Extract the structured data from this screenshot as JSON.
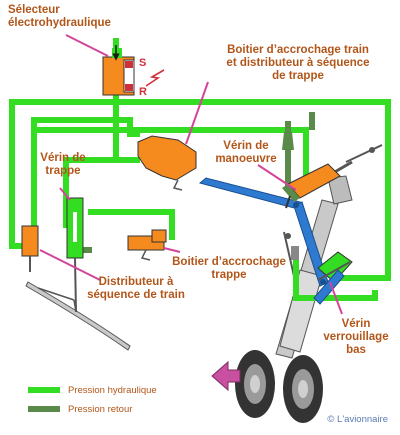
{
  "labels": {
    "selecteur": [
      "Sélecteur",
      "électrohydraulique"
    ],
    "boitier_train": [
      "Boitier d’accrochage train",
      "et distributeur à séquence",
      "de trappe"
    ],
    "verin_trappe": [
      "Vérin de",
      "trappe"
    ],
    "verin_manoeuvre": [
      "Vérin de",
      "manoeuvre"
    ],
    "boitier_trappe": [
      "Boitier d’accrochage",
      "trappe"
    ],
    "distributeur_train": [
      "Distributeur à",
      "séquence de train"
    ],
    "verin_verrouillage": [
      "Vérin",
      "verrouillage",
      "bas"
    ]
  },
  "selector_marks": {
    "s": "S",
    "r": "R"
  },
  "legend": [
    {
      "label": "Pression hydraulique",
      "color": "#33dd22"
    },
    {
      "label": "Pression retour",
      "color": "#5a8a4a"
    }
  ],
  "credit": "© L'avionnaire",
  "colors": {
    "pressure": "#33dd22",
    "return": "#5a8a4a",
    "component": "#f58a1f",
    "strut": "#2e7ad1",
    "leader": "#d4449a",
    "label": "#b2561a",
    "arrow": "#c94fa0"
  }
}
